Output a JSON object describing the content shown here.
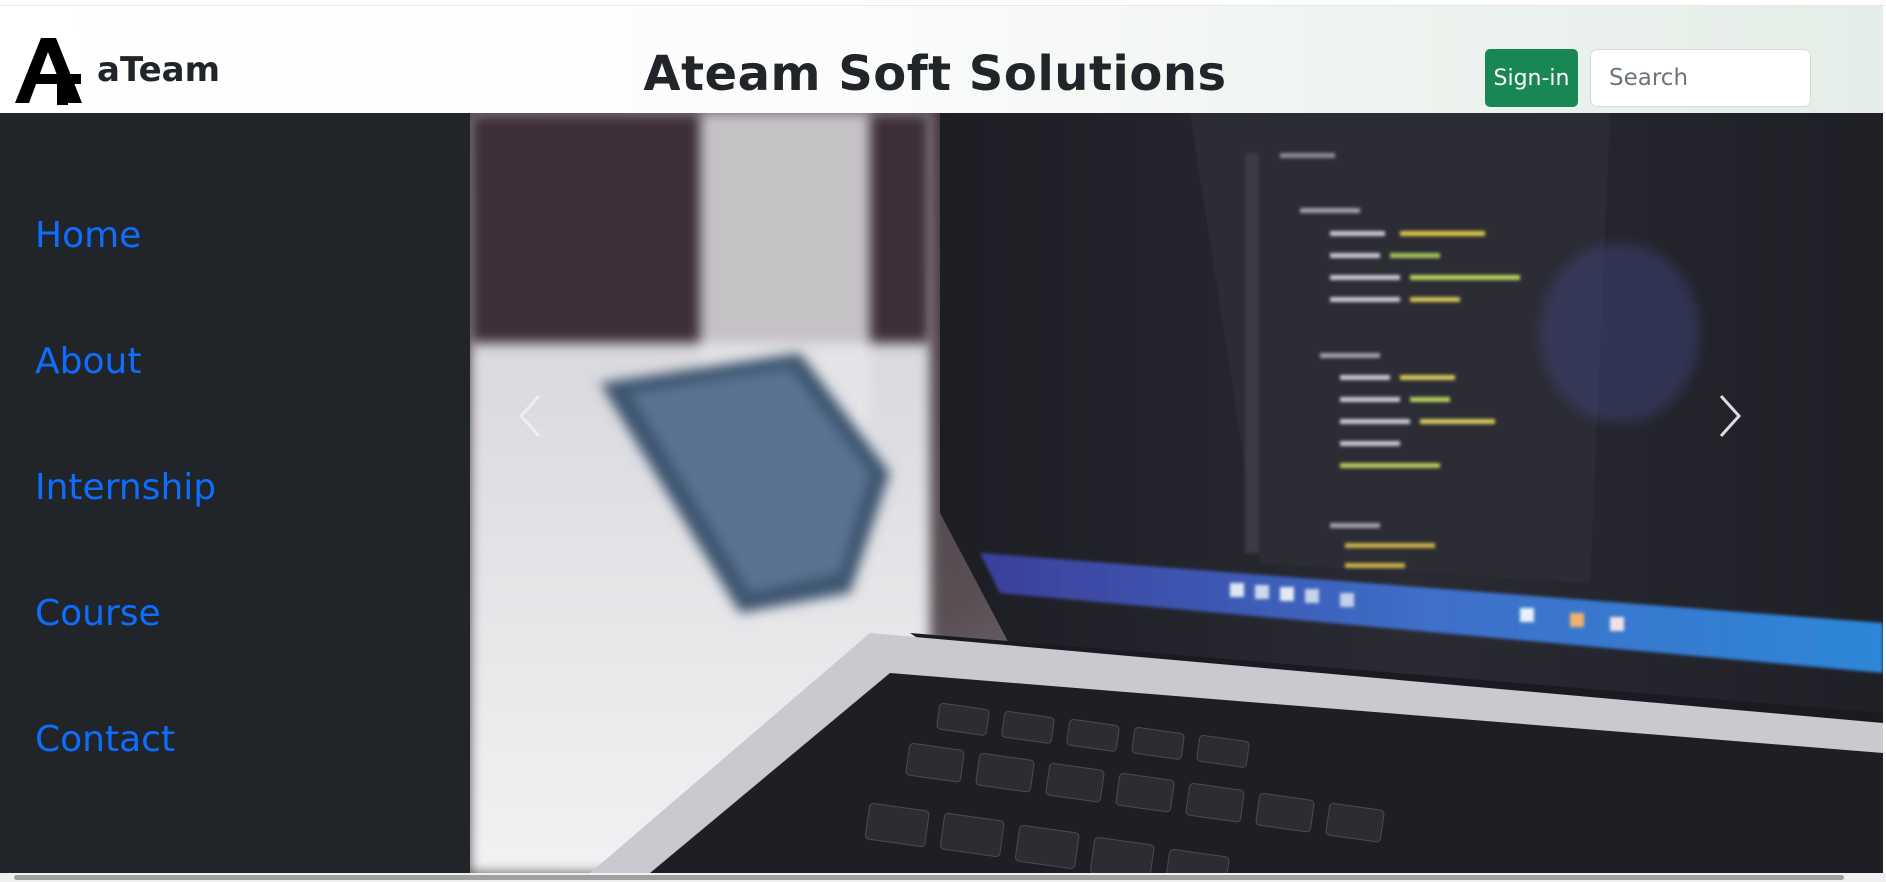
{
  "header": {
    "brand": "aTeam",
    "logo_icon": "ateam-logo-icon",
    "title": "Ateam Soft Solutions",
    "signin_label": "Sign-in",
    "search_placeholder": "Search",
    "signin_color": "#198754"
  },
  "sidebar": {
    "background": "#212529",
    "link_color": "#0d6efd",
    "items": [
      {
        "label": "Home"
      },
      {
        "label": "About"
      },
      {
        "label": "Internship"
      },
      {
        "label": "Course"
      },
      {
        "label": "Contact"
      }
    ]
  },
  "carousel": {
    "image_subject": "laptop with code on screen",
    "prev_icon": "chevron-left-icon",
    "next_icon": "chevron-right-icon"
  }
}
